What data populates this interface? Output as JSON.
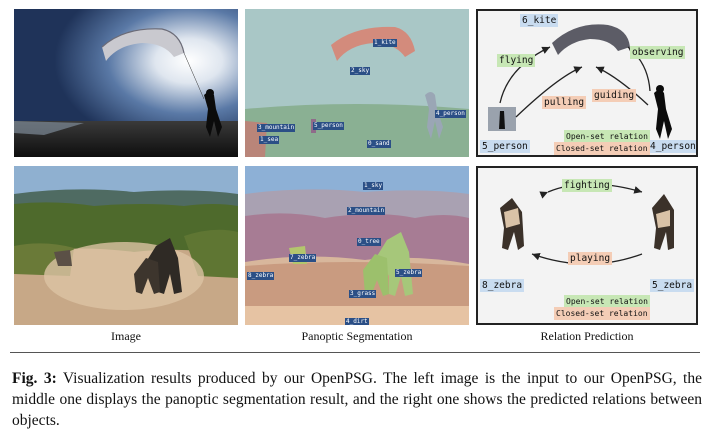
{
  "labels": {
    "image": "Image",
    "panoptic": "Panoptic Segmentation",
    "relation": "Relation Prediction"
  },
  "caption": {
    "prefix": "Fig. 3:",
    "text": "Visualization results produced by our OpenPSG. The left image is the input to our OpenPSG, the middle one displays the panoptic segmentation result, and the right one shows the predicted relations between objects."
  },
  "row1": {
    "seg_tags": [
      "1_kite",
      "2_sky",
      "3_mountain",
      "1_sea",
      "5_person",
      "4_person",
      "0_sand"
    ],
    "nodes": {
      "kite": "6_kite",
      "person5": "5_person",
      "person4": "4_person"
    },
    "relations": {
      "flying": "flying",
      "observing": "observing",
      "pulling": "pulling",
      "guiding": "guiding"
    },
    "legend": {
      "open": "Open-set relation",
      "closed": "Closed-set relation"
    }
  },
  "row2": {
    "seg_tags": [
      "1_sky",
      "2_mountain",
      "0_tree",
      "7_zebra",
      "8_zebra",
      "5_zebra",
      "3_grass",
      "4_dirt"
    ],
    "nodes": {
      "zebra8": "8_zebra",
      "zebra5": "5_zebra"
    },
    "relations": {
      "fighting": "fighting",
      "playing": "playing"
    },
    "legend": {
      "open": "Open-set relation",
      "closed": "Closed-set relation"
    }
  }
}
